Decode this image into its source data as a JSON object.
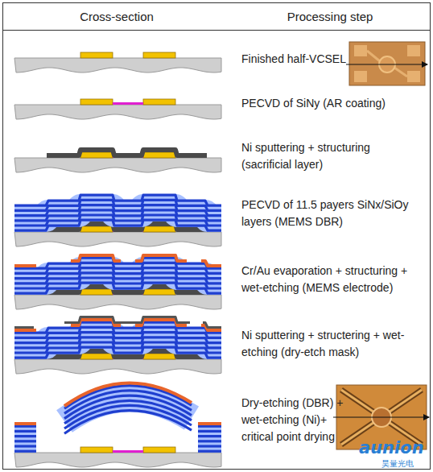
{
  "diagram": {
    "labels": [
      "Cross-section",
      "Processing step",
      "Finished half-VCSEL",
      "PECVD of SiNy (AR coating)",
      "Ni sputtering + structuring (sacrificial layer)",
      "PECVD of 11.5 payers SiNx/SiOy layers (MEMS DBR)",
      "Cr/Au evaporation + structuring + wet-etching (MEMS electrode)",
      "Ni sputtering + structering + wet-etching (dry-etch mask)",
      "Dry-etching (DBR) + wet-etching (Ni)+ critical point drying",
      "aunion",
      "昊量光电"
    ]
  }
}
